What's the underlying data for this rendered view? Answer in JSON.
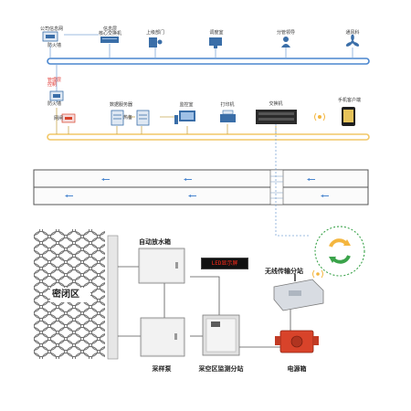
{
  "nodes": {
    "corp_net": "公司信息网",
    "core_switch": "信息层\n核心交换机",
    "firewall_top": "防火墙",
    "upper_dept": "上级部门",
    "dispatch_room": "调度室",
    "leader": "分管领导",
    "ventilation": "通风科",
    "mgmt_control": "管理层\n控制",
    "firewall_mid": "防火墙",
    "wan": "网闸",
    "data_server": "数据服务器",
    "hot_standby": "热备",
    "monitor_room": "监控室",
    "printer": "打印机",
    "switch": "交换机",
    "mobile_client": "手机客户端"
  },
  "field": {
    "goaf_zone": "密闭区",
    "auto_drain_box": "自动放水箱",
    "led_display": "LED显示屏",
    "wireless_substation": "无线传输分站",
    "sampling_pump": "采样泵",
    "goaf_monitor_station": "采空区监测分站",
    "power_box": "电源箱"
  },
  "colors": {
    "bus_blue": "#4a86cf",
    "bus_yellow": "#f2c766",
    "device_blue": "#3a6ea8",
    "signal_orange": "#f4b63f",
    "link_green": "#3aa34a",
    "red_device": "#d8432a"
  }
}
